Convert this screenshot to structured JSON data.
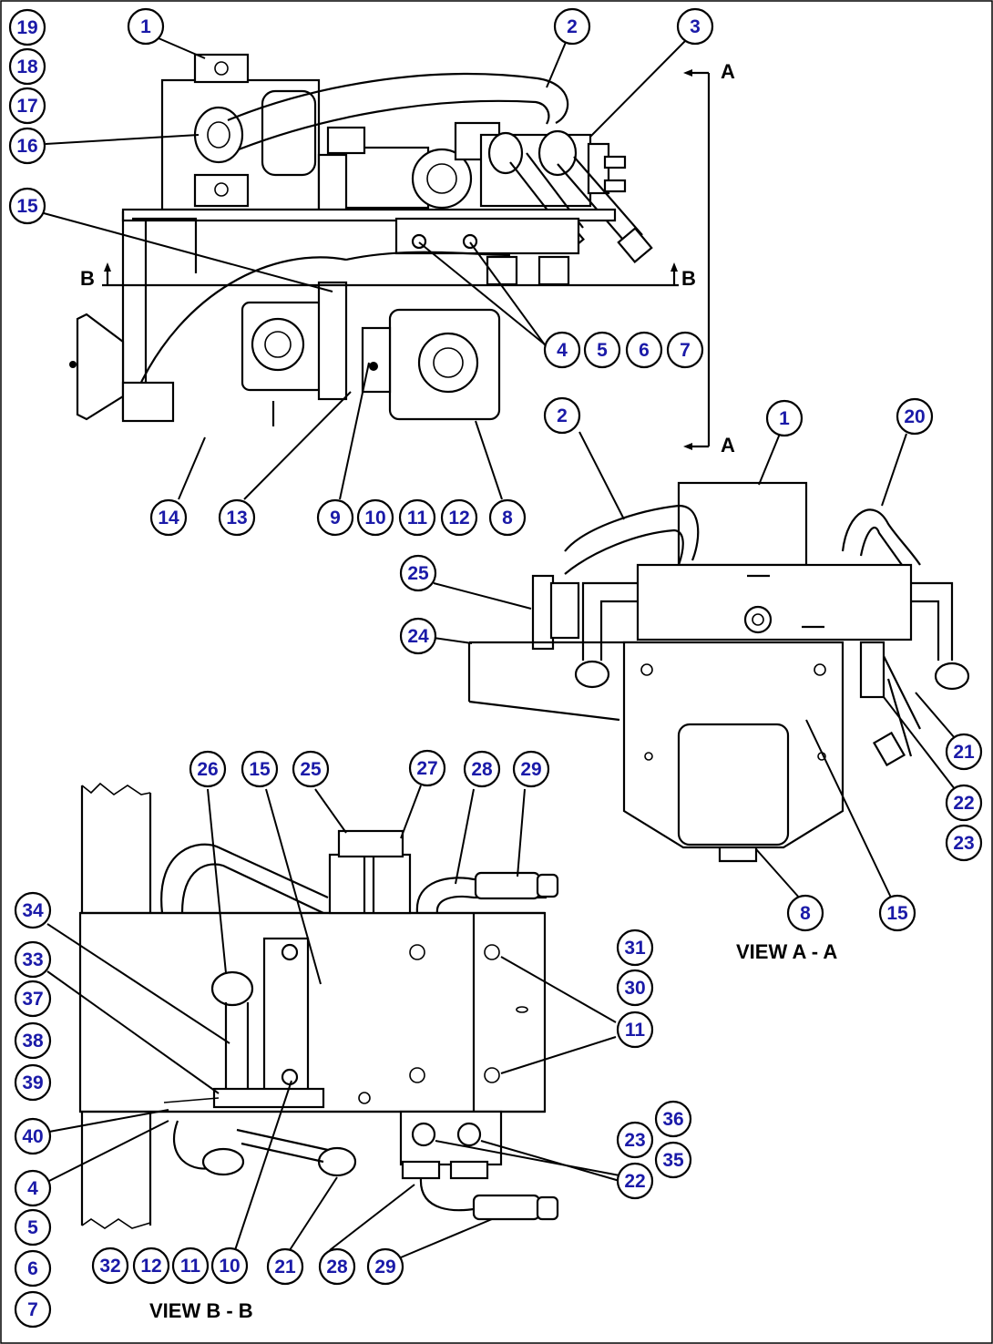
{
  "section_marks": {
    "a_top": "A",
    "a_bottom": "A",
    "b_left": "B",
    "b_right": "B"
  },
  "view_labels": {
    "view_a": "VIEW A - A",
    "view_b": "VIEW B - B"
  },
  "callouts": {
    "c19": "19",
    "c18": "18",
    "c17": "17",
    "c16": "16",
    "c1_top": "1",
    "c2_top": "2",
    "c3_top": "3",
    "c15_top": "15",
    "c4_top": "4",
    "c5_top": "5",
    "c6_top": "6",
    "c7_top": "7",
    "c14": "14",
    "c13": "13",
    "c9_top": "9",
    "c10_top": "10",
    "c11_top": "11",
    "c12_top": "12",
    "c8_top": "8",
    "c2_a": "2",
    "c1_a": "1",
    "c20": "20",
    "c25_a": "25",
    "c24": "24",
    "c21_a": "21",
    "c22_a": "22",
    "c23_a": "23",
    "c8_a": "8",
    "c15_a": "15",
    "c26": "26",
    "c15_b": "15",
    "c25_b": "25",
    "c27": "27",
    "c28_b_top": "28",
    "c29_b_top": "29",
    "c34": "34",
    "c33": "33",
    "c37": "37",
    "c38": "38",
    "c39": "39",
    "c40": "40",
    "c4_b": "4",
    "c5_b": "5",
    "c6_b": "6",
    "c7_b": "7",
    "c31": "31",
    "c30": "30",
    "c11_b_right": "11",
    "c36": "36",
    "c23_b": "23",
    "c35": "35",
    "c22_b": "22",
    "c32": "32",
    "c12_b": "12",
    "c11_b": "11",
    "c10_b": "10",
    "c21_b": "21",
    "c28_b": "28",
    "c29_b": "29"
  },
  "colors": {
    "callout_text": "#1a1aa8",
    "lines": "#000000",
    "background": "#ffffff"
  }
}
